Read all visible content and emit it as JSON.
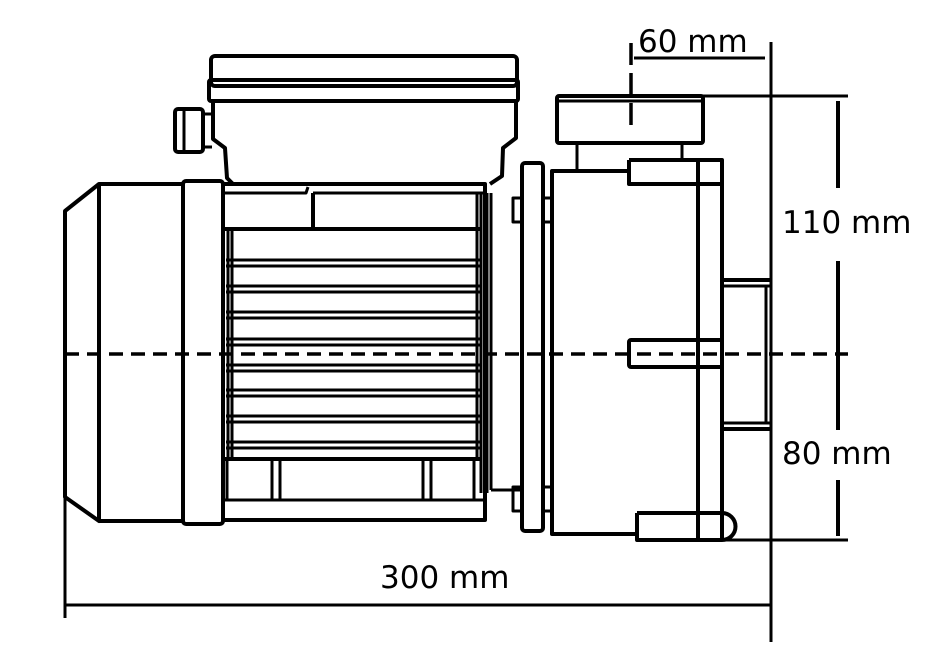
{
  "diagram": {
    "dimensions": {
      "overall_length": "300 mm",
      "outlet_offset": "60 mm",
      "height_above_axis": "110 mm",
      "height_below_axis": "80 mm"
    },
    "colors": {
      "line": "#000000",
      "background": "#ffffff"
    }
  }
}
